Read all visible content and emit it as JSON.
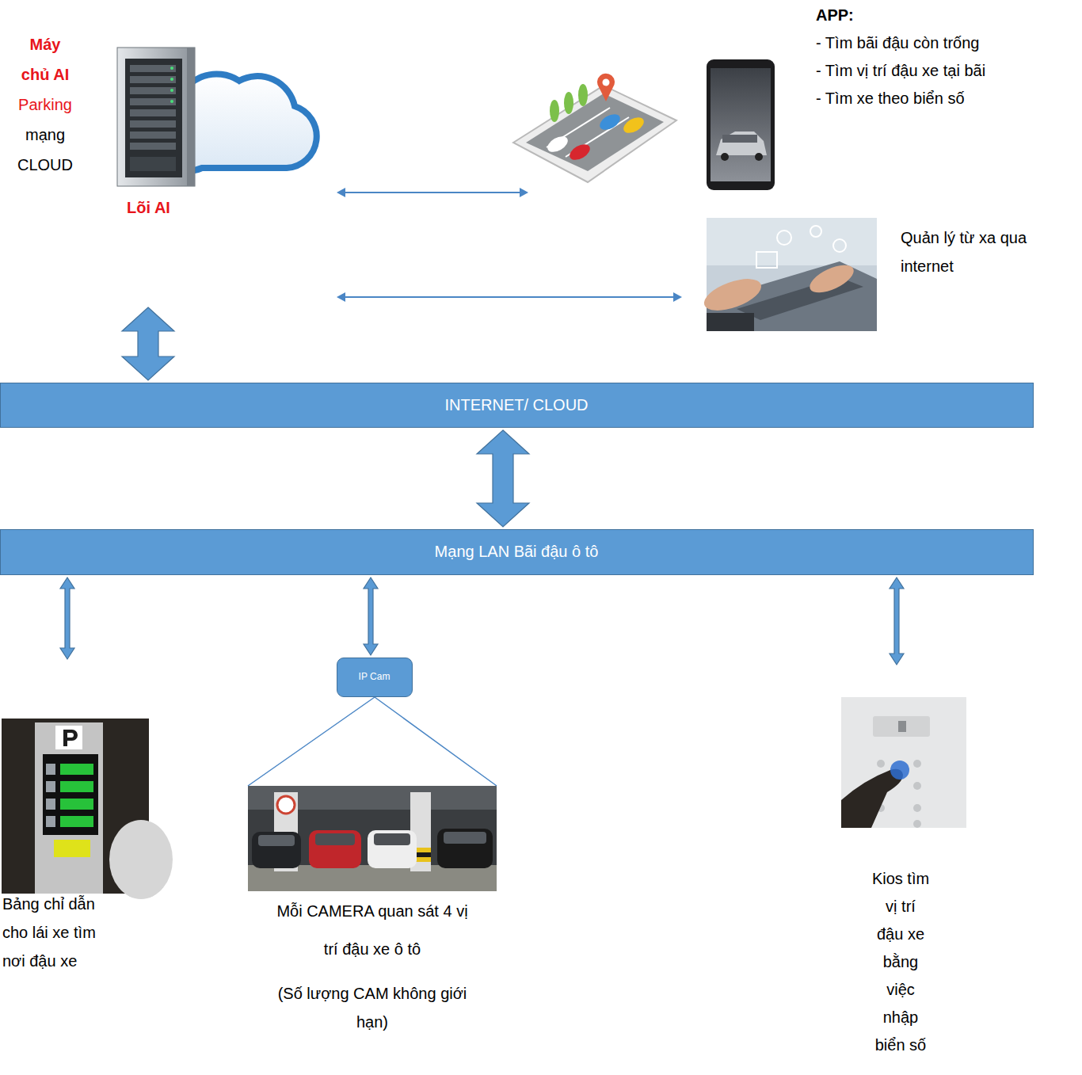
{
  "diagram": {
    "nodes": [
      {
        "text": [
          "Máy chủ AI",
          "Parking",
          "mạng CLOUD",
          "Lõi AI"
        ]
      },
      {
        "text": [
          "APP:",
          "- Tìm bãi đậu còn trống",
          "- Tìm vị trí đậu xe tại bãi",
          "- Tìm xe theo biển số"
        ]
      },
      {
        "text": [
          "Quản lý từ xa qua internet"
        ]
      },
      {
        "text": [
          "INTERNET/ CLOUD"
        ]
      },
      {
        "text": [
          "Mạng LAN Bãi đậu ô tô"
        ]
      },
      {
        "text": [
          "Bảng chỉ dẫn cho lái xe tìm nơi đậu xe"
        ]
      },
      {
        "text": [
          "IP Cam"
        ]
      },
      {
        "text": [
          "Mỗi CAMERA quan sát 4 vị trí đậu xe ô tô",
          "(Số lượng CAM không giới hạn)"
        ]
      },
      {
        "text": [
          "Kios tìm vị trí đậu xe bằng việc nhập biển số"
        ]
      }
    ],
    "edges": [
      {
        "from": 0,
        "to": 1,
        "arrow": "both"
      },
      {
        "from": 0,
        "to": 2,
        "arrow": "both"
      },
      {
        "from": 0,
        "to": 3,
        "arrow": "both"
      },
      {
        "from": 3,
        "to": 4,
        "arrow": "both"
      },
      {
        "from": 4,
        "to": 5,
        "arrow": "both"
      },
      {
        "from": 4,
        "to": 6,
        "arrow": "both"
      },
      {
        "from": 6,
        "to": 7,
        "arrow": "none"
      },
      {
        "from": 4,
        "to": 8,
        "arrow": "both"
      }
    ]
  }
}
